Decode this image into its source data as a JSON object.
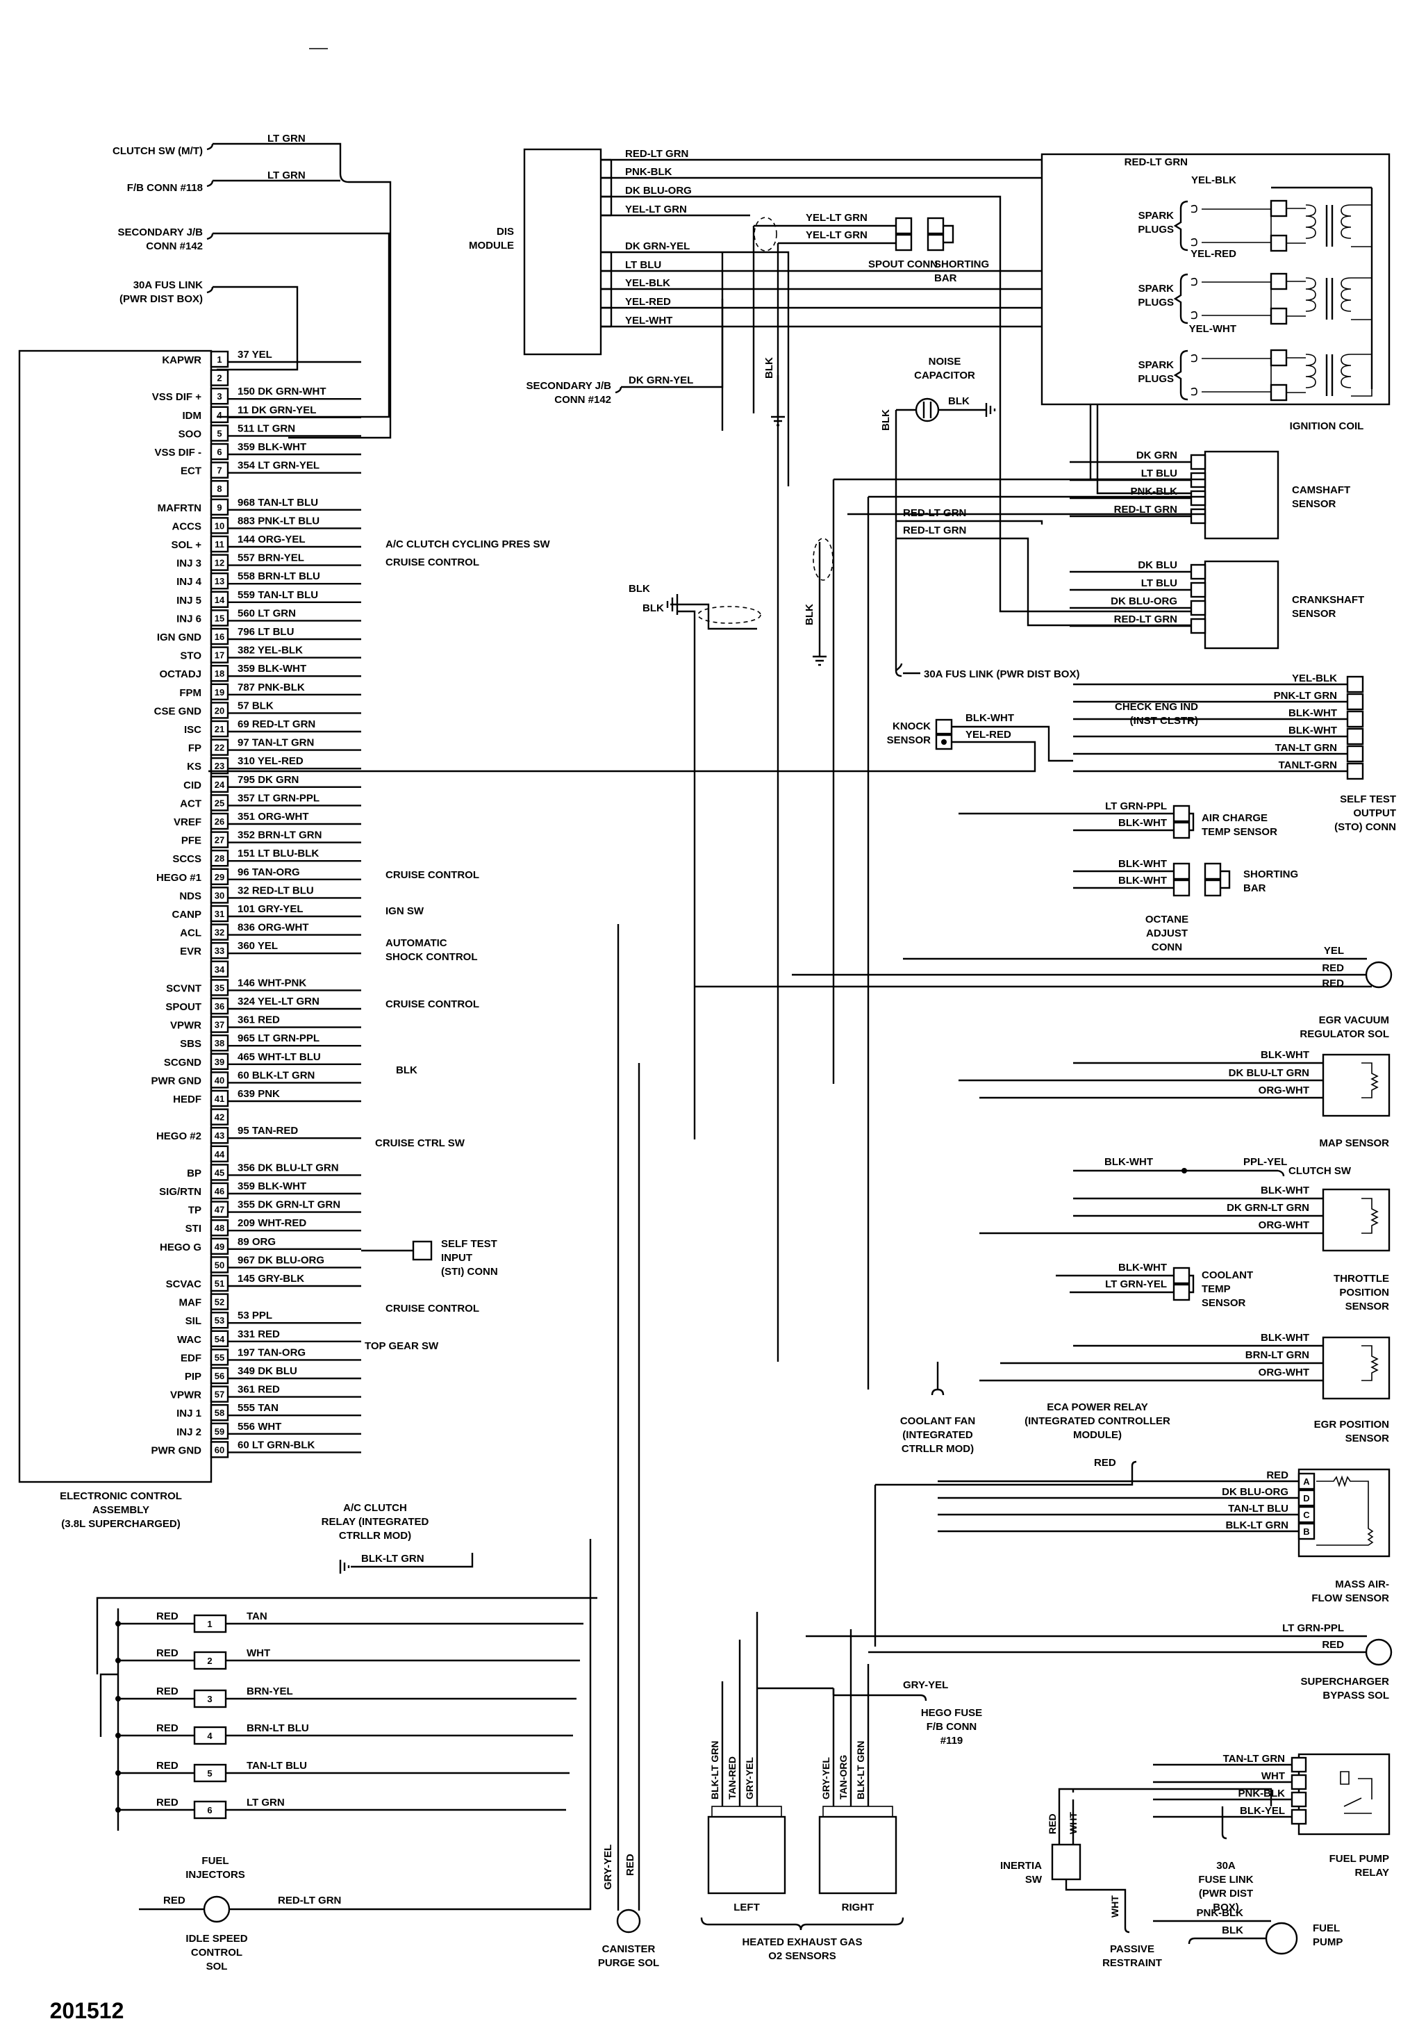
{
  "diagram_number": "201512",
  "ecu": {
    "title": [
      "ELECTRONIC CONTROL",
      "ASSEMBLY",
      "(3.8L SUPERCHARGED)"
    ],
    "pins": [
      {
        "n": "1",
        "name": "KAPWR",
        "wire": "37 YEL"
      },
      {
        "n": "2",
        "name": "",
        "wire": ""
      },
      {
        "n": "3",
        "name": "VSS DIF +",
        "wire": "150 DK GRN-WHT"
      },
      {
        "n": "4",
        "name": "IDM",
        "wire": "11 DK GRN-YEL"
      },
      {
        "n": "5",
        "name": "SOO",
        "wire": "511 LT GRN"
      },
      {
        "n": "6",
        "name": "VSS DIF -",
        "wire": "359 BLK-WHT"
      },
      {
        "n": "7",
        "name": "ECT",
        "wire": "354 LT GRN-YEL"
      },
      {
        "n": "8",
        "name": "",
        "wire": ""
      },
      {
        "n": "9",
        "name": "MAFRTN",
        "wire": "968 TAN-LT BLU"
      },
      {
        "n": "10",
        "name": "ACCS",
        "wire": "883 PNK-LT BLU"
      },
      {
        "n": "11",
        "name": "SOL +",
        "wire": "144 ORG-YEL"
      },
      {
        "n": "12",
        "name": "INJ 3",
        "wire": "557 BRN-YEL"
      },
      {
        "n": "13",
        "name": "INJ 4",
        "wire": "558 BRN-LT BLU"
      },
      {
        "n": "14",
        "name": "INJ 5",
        "wire": "559 TAN-LT BLU"
      },
      {
        "n": "15",
        "name": "INJ 6",
        "wire": "560 LT GRN"
      },
      {
        "n": "16",
        "name": "IGN GND",
        "wire": "796 LT BLU"
      },
      {
        "n": "17",
        "name": "STO",
        "wire": "382 YEL-BLK"
      },
      {
        "n": "18",
        "name": "OCTADJ",
        "wire": "359 BLK-WHT"
      },
      {
        "n": "19",
        "name": "FPM",
        "wire": "787 PNK-BLK"
      },
      {
        "n": "20",
        "name": "CSE GND",
        "wire": "57 BLK"
      },
      {
        "n": "21",
        "name": "ISC",
        "wire": "69 RED-LT GRN"
      },
      {
        "n": "22",
        "name": "FP",
        "wire": "97 TAN-LT GRN"
      },
      {
        "n": "23",
        "name": "KS",
        "wire": "310 YEL-RED"
      },
      {
        "n": "24",
        "name": "CID",
        "wire": "795 DK GRN"
      },
      {
        "n": "25",
        "name": "ACT",
        "wire": "357 LT GRN-PPL"
      },
      {
        "n": "26",
        "name": "VREF",
        "wire": "351 ORG-WHT"
      },
      {
        "n": "27",
        "name": "PFE",
        "wire": "352 BRN-LT GRN"
      },
      {
        "n": "28",
        "name": "SCCS",
        "wire": "151 LT BLU-BLK"
      },
      {
        "n": "29",
        "name": "HEGO #1",
        "wire": "96 TAN-ORG"
      },
      {
        "n": "30",
        "name": "NDS",
        "wire": "32 RED-LT BLU"
      },
      {
        "n": "31",
        "name": "CANP",
        "wire": "101 GRY-YEL"
      },
      {
        "n": "32",
        "name": "ACL",
        "wire": "836 ORG-WHT"
      },
      {
        "n": "33",
        "name": "EVR",
        "wire": "360 YEL"
      },
      {
        "n": "34",
        "name": "",
        "wire": ""
      },
      {
        "n": "35",
        "name": "SCVNT",
        "wire": "146 WHT-PNK"
      },
      {
        "n": "36",
        "name": "SPOUT",
        "wire": "324 YEL-LT GRN"
      },
      {
        "n": "37",
        "name": "VPWR",
        "wire": "361 RED"
      },
      {
        "n": "38",
        "name": "SBS",
        "wire": "965 LT GRN-PPL"
      },
      {
        "n": "39",
        "name": "SCGND",
        "wire": "465 WHT-LT BLU"
      },
      {
        "n": "40",
        "name": "PWR GND",
        "wire": "60 BLK-LT GRN"
      },
      {
        "n": "41",
        "name": "HEDF",
        "wire": "639 PNK"
      },
      {
        "n": "42",
        "name": "",
        "wire": ""
      },
      {
        "n": "43",
        "name": "HEGO #2",
        "wire": "95 TAN-RED"
      },
      {
        "n": "44",
        "name": "",
        "wire": ""
      },
      {
        "n": "45",
        "name": "BP",
        "wire": "356 DK BLU-LT GRN"
      },
      {
        "n": "46",
        "name": "SIG/RTN",
        "wire": "359 BLK-WHT"
      },
      {
        "n": "47",
        "name": "TP",
        "wire": "355 DK GRN-LT GRN"
      },
      {
        "n": "48",
        "name": "STI",
        "wire": "209 WHT-RED"
      },
      {
        "n": "49",
        "name": "HEGO G",
        "wire": "89 ORG"
      },
      {
        "n": "50",
        "name": "",
        "wire": "967 DK BLU-ORG"
      },
      {
        "n": "51",
        "name": "SCVAC",
        "wire": "145 GRY-BLK"
      },
      {
        "n": "52",
        "name": "MAF",
        "wire": ""
      },
      {
        "n": "53",
        "name": "SIL",
        "wire": "53 PPL"
      },
      {
        "n": "54",
        "name": "WAC",
        "wire": "331 RED"
      },
      {
        "n": "55",
        "name": "EDF",
        "wire": "197 TAN-ORG"
      },
      {
        "n": "56",
        "name": "PIP",
        "wire": "349 DK BLU"
      },
      {
        "n": "57",
        "name": "VPWR",
        "wire": "361 RED"
      },
      {
        "n": "58",
        "name": "INJ 1",
        "wire": "555 TAN"
      },
      {
        "n": "59",
        "name": "INJ 2",
        "wire": "556 WHT"
      },
      {
        "n": "60",
        "name": "PWR GND",
        "wire": "60 LT GRN-BLK"
      }
    ]
  },
  "left_inputs": [
    {
      "label": [
        "CLUTCH SW (M/T)"
      ],
      "wire": "LT GRN"
    },
    {
      "label": [
        "F/B CONN #118"
      ],
      "wire": "LT GRN"
    },
    {
      "label": [
        "SECONDARY J/B",
        "CONN #142"
      ],
      "wire": ""
    },
    {
      "label": [
        "30A FUS LINK",
        "(PWR DIST BOX)"
      ],
      "wire": ""
    }
  ],
  "pin_notes": {
    "p10": "A/C CLUTCH CYCLING PRES SW",
    "p11": "CRUISE CONTROL",
    "p28": "CRUISE CONTROL",
    "p30": "IGN SW",
    "p32": [
      "AUTOMATIC",
      "SHOCK CONTROL"
    ],
    "p35": "CRUISE CONTROL",
    "p39_wire": "BLK",
    "cruise_ctrl_sw": "CRUISE CTRL SW",
    "self_test_input": [
      "SELF TEST",
      "INPUT",
      "(STI) CONN"
    ],
    "p51": "CRUISE CONTROL",
    "p53": "TOP GEAR SW",
    "ac_relay": [
      "A/C CLUTCH",
      "RELAY (INTEGRATED",
      "CTRLLR MOD)"
    ],
    "ac_relay_ground": "BLK-LT GRN"
  },
  "dis_module": {
    "label": [
      "DIS",
      "MODULE"
    ],
    "wires": [
      "RED-LT GRN",
      "PNK-BLK",
      "DK BLU-ORG",
      "YEL-LT GRN",
      "DK GRN-YEL",
      "LT BLU",
      "YEL-BLK",
      "YEL-RED",
      "YEL-WHT"
    ]
  },
  "spout": {
    "wires": [
      "YEL-LT GRN",
      "YEL-LT GRN"
    ],
    "label": "SPOUT CONN",
    "bar_label": [
      "SHORTING",
      "BAR"
    ]
  },
  "secondary_jb_142": {
    "label": [
      "SECONDARY J/B",
      "CONN #142"
    ],
    "wire": "DK GRN-YEL"
  },
  "noise_cap": {
    "label": [
      "NOISE",
      "CAPACITOR"
    ],
    "wire": "BLK",
    "vwire": "BLK",
    "ground_wire": "BLK"
  },
  "ignition_coil": {
    "label": "IGNITION COIL",
    "wires": [
      "RED-LT GRN",
      "YEL-BLK",
      "YEL-RED",
      "YEL-WHT"
    ],
    "plugs": [
      "SPARK",
      "PLUGS"
    ]
  },
  "camshaft": {
    "label": [
      "CAMSHAFT",
      "SENSOR"
    ],
    "wires": [
      "DK GRN",
      "LT BLU",
      "PNK-BLK",
      "RED-LT GRN"
    ]
  },
  "crankshaft": {
    "label": [
      "CRANKSHAFT",
      "SENSOR"
    ],
    "wires": [
      "DK BLU",
      "LT BLU",
      "DK BLU-ORG",
      "RED-LT GRN"
    ]
  },
  "mid_wires": {
    "red_lt_grn_1": "RED-LT GRN",
    "red_lt_grn_2": "RED-LT GRN",
    "blk_1": "BLK",
    "blk_2": "BLK",
    "blk_v": "BLK",
    "fus_link": "30A FUS LINK (PWR DIST BOX)"
  },
  "self_test_output": {
    "label": [
      "SELF TEST",
      "OUTPUT",
      "(STO) CONN"
    ],
    "wires": [
      "YEL-BLK",
      "PNK-LT GRN",
      "BLK-WHT",
      "BLK-WHT",
      "TAN-LT GRN",
      "TANLT-GRN"
    ],
    "check_eng": [
      "CHECK ENG IND",
      "(INST CLSTR)"
    ]
  },
  "knock_sensor": {
    "label": [
      "KNOCK",
      "SENSOR"
    ],
    "wires": [
      "BLK-WHT",
      "YEL-RED"
    ]
  },
  "air_charge": {
    "label": [
      "AIR CHARGE",
      "TEMP SENSOR"
    ],
    "wires": [
      "LT GRN-PPL",
      "BLK-WHT"
    ]
  },
  "octane": {
    "label": [
      "OCTANE",
      "ADJUST",
      "CONN"
    ],
    "wires": [
      "BLK-WHT",
      "BLK-WHT"
    ],
    "bar_label": [
      "SHORTING",
      "BAR"
    ]
  },
  "egr_vacuum": {
    "label": [
      "EGR VACUUM",
      "REGULATOR SOL"
    ],
    "wires": [
      "YEL",
      "RED",
      "RED"
    ]
  },
  "map_sensor": {
    "label": "MAP SENSOR",
    "wires": [
      "BLK-WHT",
      "DK BLU-LT GRN",
      "ORG-WHT"
    ]
  },
  "clutch_sw_right": {
    "wire1": "BLK-WHT",
    "wire2": "PPL-YEL",
    "label": "CLUTCH SW"
  },
  "throttle": {
    "label": [
      "THROTTLE",
      "POSITION",
      "SENSOR"
    ],
    "wires": [
      "BLK-WHT",
      "DK GRN-LT GRN",
      "ORG-WHT"
    ]
  },
  "coolant_temp": {
    "label": [
      "COOLANT",
      "TEMP",
      "SENSOR"
    ],
    "wires": [
      "BLK-WHT",
      "LT GRN-YEL"
    ]
  },
  "egr_position": {
    "label": [
      "EGR POSITION",
      "SENSOR"
    ],
    "wires": [
      "BLK-WHT",
      "BRN-LT GRN",
      "ORG-WHT"
    ]
  },
  "coolant_fan": {
    "label": [
      "COOLANT FAN",
      "(INTEGRATED",
      "CTRLLR MOD)"
    ]
  },
  "eca_relay": {
    "label": [
      "ECA POWER RELAY",
      "(INTEGRATED CONTROLLER",
      "MODULE)"
    ],
    "wire": "RED"
  },
  "maf_sensor": {
    "label": [
      "MASS AIR-",
      "FLOW SENSOR"
    ],
    "wires": [
      "RED",
      "DK BLU-ORG",
      "TAN-LT BLU",
      "BLK-LT GRN"
    ],
    "pins": [
      "A",
      "D",
      "C",
      "B"
    ]
  },
  "injectors": {
    "label": [
      "FUEL",
      "INJECTORS"
    ],
    "items": [
      {
        "n": "1",
        "feed": "RED",
        "wire": "TAN"
      },
      {
        "n": "2",
        "feed": "RED",
        "wire": "WHT"
      },
      {
        "n": "3",
        "feed": "RED",
        "wire": "BRN-YEL"
      },
      {
        "n": "4",
        "feed": "RED",
        "wire": "BRN-LT BLU"
      },
      {
        "n": "5",
        "feed": "RED",
        "wire": "TAN-LT BLU"
      },
      {
        "n": "6",
        "feed": "RED",
        "wire": "LT GRN"
      }
    ]
  },
  "idle_speed": {
    "label": [
      "IDLE SPEED",
      "CONTROL",
      "SOL"
    ],
    "wires": [
      "RED",
      "RED-LT GRN"
    ]
  },
  "canister": {
    "label": [
      "CANISTER",
      "PURGE SOL"
    ],
    "wires": [
      "GRY-YEL",
      "RED"
    ]
  },
  "o2": {
    "label": [
      "HEATED EXHAUST GAS",
      "O2 SENSORS"
    ],
    "left": "LEFT",
    "right": "RIGHT",
    "left_wires": [
      "BLK-LT GRN",
      "TAN-RED",
      "GRY-YEL"
    ],
    "right_wires": [
      "GRY-YEL",
      "TAN-ORG",
      "BLK-LT GRN"
    ],
    "fuse_wire": "GRY-YEL",
    "fuse": [
      "HEGO FUSE",
      "F/B CONN",
      "#119"
    ]
  },
  "supercharger": {
    "label": [
      "SUPERCHARGER",
      "BYPASS SOL"
    ],
    "wires": [
      "LT GRN-PPL",
      "RED"
    ]
  },
  "inertia": {
    "label": [
      "INERTIA",
      "SW"
    ],
    "wires": [
      "RED",
      "WHT"
    ]
  },
  "passive": {
    "label": [
      "PASSIVE",
      "RESTRAINT"
    ],
    "wire": "WHT"
  },
  "fuel_relay": {
    "label": [
      "FUEL PUMP",
      "RELAY"
    ],
    "wires": [
      "TAN-LT GRN",
      "WHT",
      "PNK-BLK",
      "BLK-YEL"
    ]
  },
  "fuse_link_30a": {
    "label": [
      "30A",
      "FUSE LINK",
      "(PWR DIST",
      "BOX)"
    ]
  },
  "fuel_pump": {
    "label": [
      "FUEL",
      "PUMP"
    ],
    "wires": [
      "PNK-BLK",
      "BLK"
    ]
  }
}
